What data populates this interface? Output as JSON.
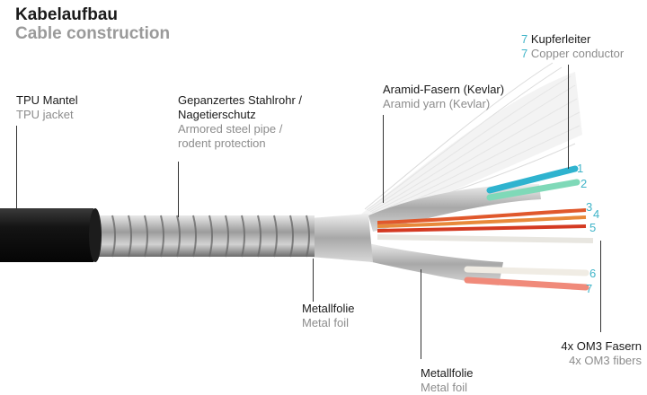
{
  "title": {
    "de": "Kabelaufbau",
    "en": "Cable construction"
  },
  "labels": {
    "tpu": {
      "de": "TPU Mantel",
      "en": "TPU jacket"
    },
    "steel": {
      "de_1": "Gepanzertes Stahlrohr /",
      "de_2": "Nagetierschutz",
      "en_1": "Armored steel pipe /",
      "en_2": "rodent protection"
    },
    "aramid": {
      "de": "Aramid-Fasern (Kevlar)",
      "en": "Aramid yarn (Kevlar)"
    },
    "copper": {
      "count": "7",
      "de": "Kupferleiter",
      "en": "Copper conductor"
    },
    "foil1": {
      "de": "Metallfolie",
      "en": "Metal foil"
    },
    "foil2": {
      "de": "Metallfolie",
      "en": "Metal foil"
    },
    "fibers": {
      "de": "4x OM3 Fasern",
      "en": "4x OM3 fibers"
    }
  },
  "wire_numbers": [
    "1",
    "2",
    "3",
    "4",
    "5",
    "6",
    "7"
  ],
  "colors": {
    "jacket": "#141414",
    "steel": "#b4b4b4",
    "foil": "#c9c9c9",
    "aramid": "#e6e6e6",
    "wire_1": "#2fb3cf",
    "wire_2": "#7fd9b8",
    "wire_3": "#e0582c",
    "wire_4": "#e8893a",
    "wire_5": "#d43a22",
    "wire_6": "#f0ece4",
    "wire_7": "#f08a7a",
    "accent_number": "#3fb4c8"
  }
}
